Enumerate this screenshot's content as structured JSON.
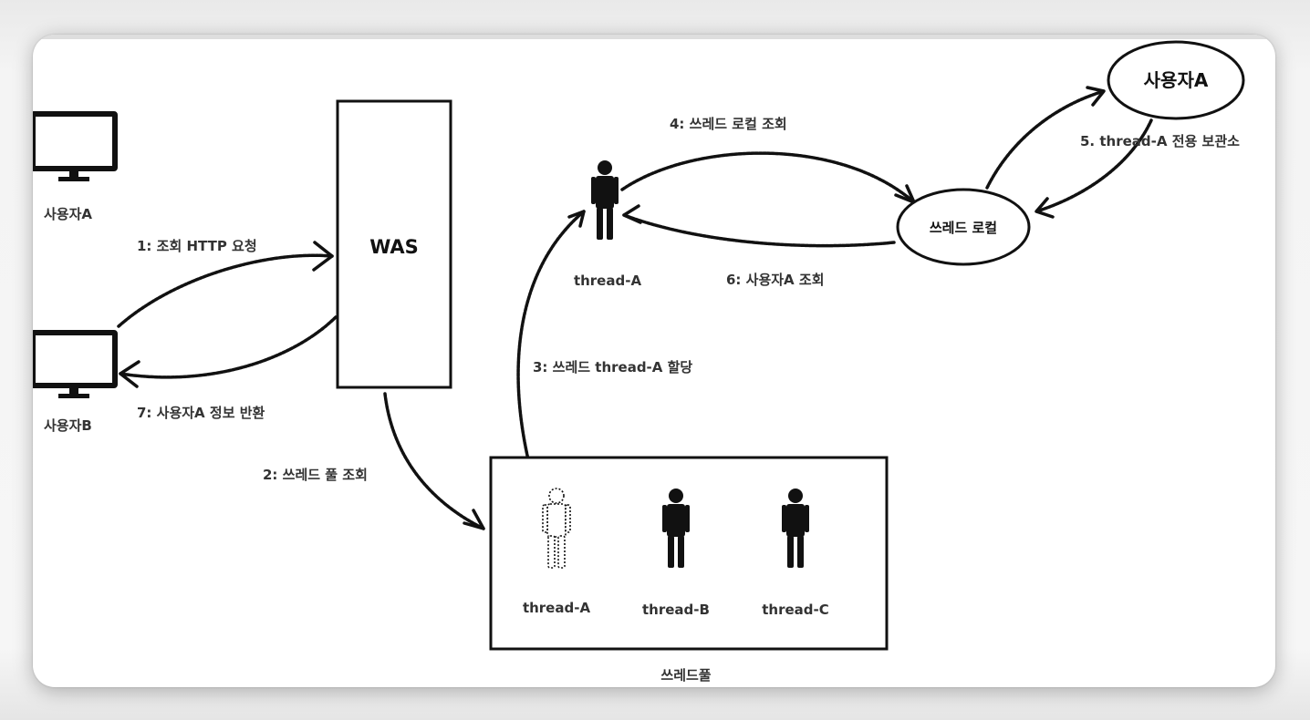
{
  "diagram": {
    "clients": {
      "user_a": "사용자A",
      "user_b": "사용자B"
    },
    "was_label": "WAS",
    "steps": {
      "step1": "1: 조회 HTTP 요청",
      "step2": "2: 쓰레드 풀 조회",
      "step3": "3: 쓰레드 thread-A 할당",
      "step4": "4: 쓰레드 로컬 조회",
      "step5": "5. thread-A 전용 보관소",
      "step6": "6: 사용자A 조회",
      "step7": "7: 사용자A 정보 반환"
    },
    "active_thread_label": "thread-A",
    "thread_local_label": "쓰레드 로컬",
    "storage_user_label": "사용자A",
    "pool": {
      "title": "쓰레드풀",
      "threads": [
        "thread-A",
        "thread-B",
        "thread-C"
      ]
    }
  },
  "colors": {
    "ink": "#111111",
    "label": "#333333"
  },
  "icons": {
    "monitor": "monitor-icon",
    "person": "person-icon"
  }
}
